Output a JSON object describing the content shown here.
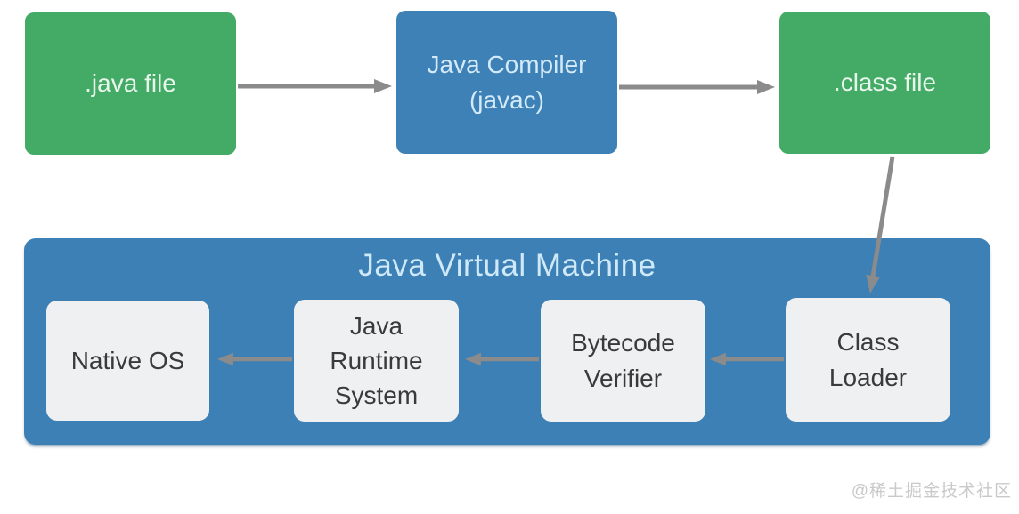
{
  "diagram": {
    "top_row": {
      "boxes": [
        {
          "id": "java-file",
          "lines": [
            ".java file"
          ]
        },
        {
          "id": "java-compiler",
          "lines": [
            "Java Compiler",
            "(javac)"
          ]
        },
        {
          "id": "class-file",
          "lines": [
            ".class file"
          ]
        }
      ]
    },
    "jvm": {
      "title": "Java Virtual Machine",
      "boxes": [
        {
          "id": "native-os",
          "lines": [
            "Native OS"
          ]
        },
        {
          "id": "java-runtime-system",
          "lines": [
            "Java",
            "Runtime",
            "System"
          ]
        },
        {
          "id": "bytecode-verifier",
          "lines": [
            "Bytecode",
            "Verifier"
          ]
        },
        {
          "id": "class-loader",
          "lines": [
            "Class",
            "Loader"
          ]
        }
      ]
    },
    "arrows": [
      "java-file-to-java-compiler",
      "java-compiler-to-class-file",
      "class-file-to-class-loader",
      "class-loader-to-bytecode-verifier",
      "bytecode-verifier-to-java-runtime-system",
      "java-runtime-system-to-native-os"
    ],
    "watermark": "@稀土掘金技术社区",
    "colors": {
      "box_green": "#44ab67",
      "box_blue": "#3e81b6",
      "jvm_blue": "#3d80b5",
      "inner_box_bg": "#eef0f2",
      "inner_box_text": "#3a3a3a",
      "green_box_text": "#e9f6ec",
      "blue_box_text": "#d3eaf9",
      "jvm_title_text": "#cfe9f8",
      "arrow_gray": "#8b8b8b",
      "watermark_gray": "#c9c9c9"
    }
  }
}
